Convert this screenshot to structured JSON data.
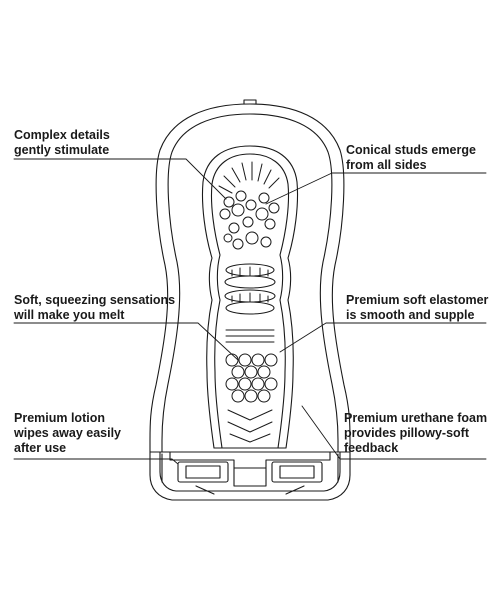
{
  "callouts": {
    "complex_details": {
      "line1": "Complex details",
      "line2": "gently stimulate"
    },
    "conical_studs": {
      "line1": "Conical studs emerge",
      "line2": "from all sides"
    },
    "soft_squeezing": {
      "line1": "Soft, squeezing sensations",
      "line2": "will make you melt"
    },
    "premium_elastomer": {
      "line1": "Premium soft elastomer",
      "line2": "is smooth and supple"
    },
    "premium_lotion": {
      "line1": "Premium lotion",
      "line2": "wipes away easily",
      "line3": "after use"
    },
    "urethane_foam": {
      "line1": "Premium urethane foam",
      "line2": "provides pillowy-soft",
      "line3": "feedback"
    }
  },
  "colors": {
    "line": "#1a1a1a",
    "background": "#ffffff"
  }
}
